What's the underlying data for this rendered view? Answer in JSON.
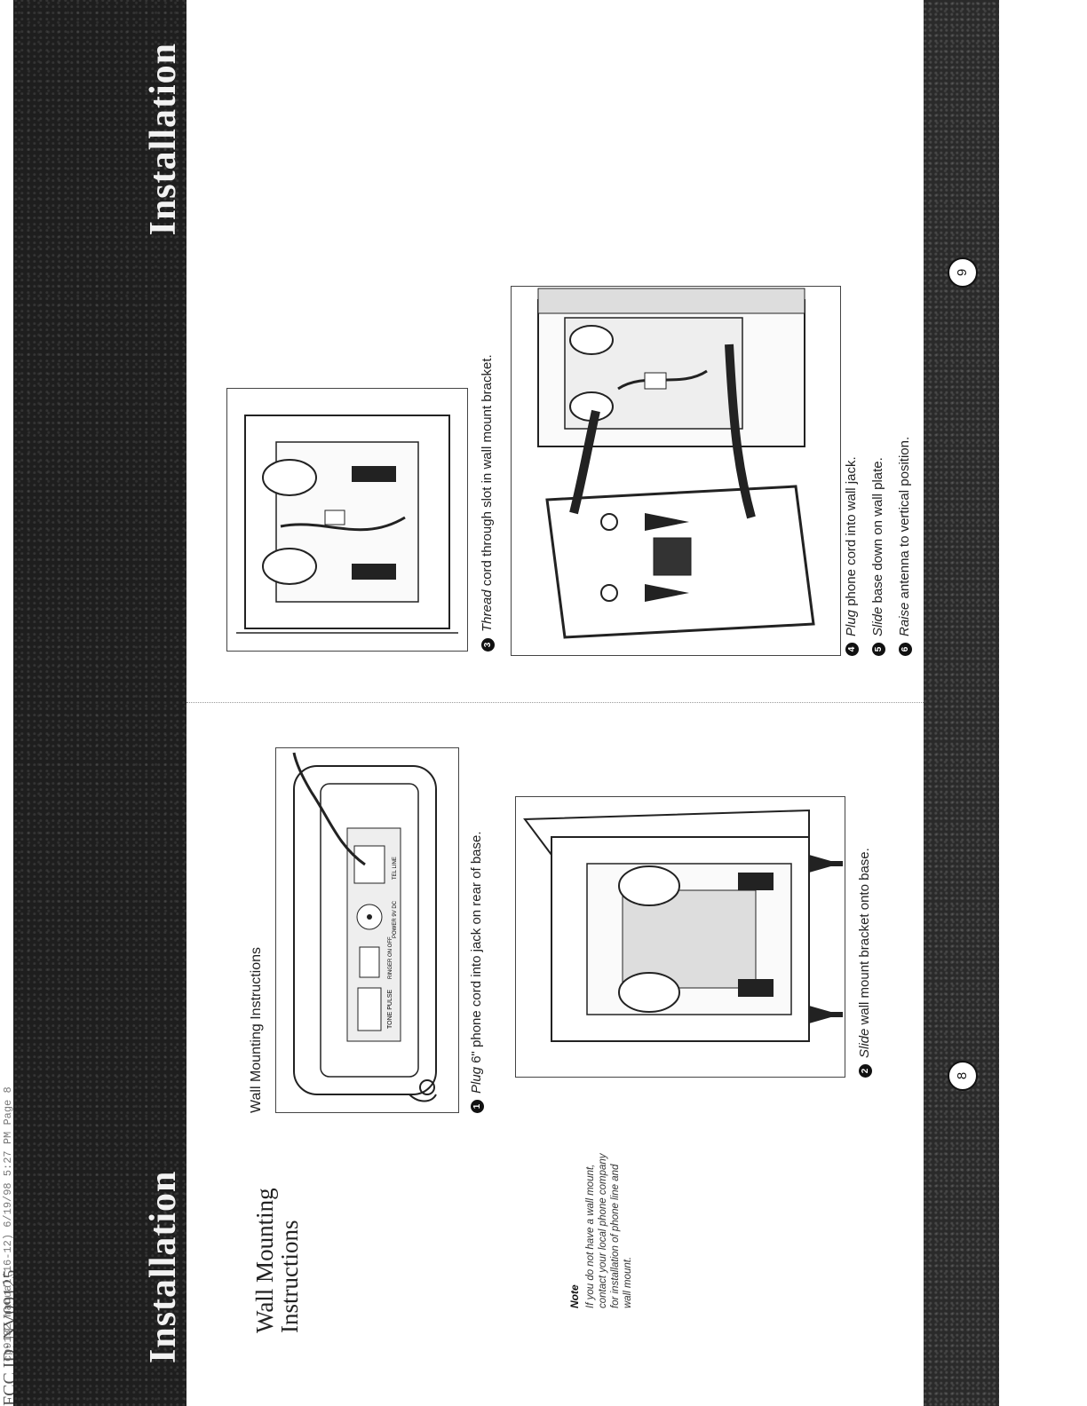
{
  "print_meta": "cp9132 manual(16-12)   6/19/98 5:27 PM   Page 8",
  "fcc_id": "FCC ID: NV09125",
  "header": {
    "left_title": "Installation",
    "right_title": "Installation"
  },
  "left_page": {
    "section_title": "Wall Mounting Instructions",
    "note_head": "Note",
    "note_body": "If you do not have a wall mount, contact your local phone company for installation of phone line and wall mount.",
    "sub_title": "Wall Mounting Instructions",
    "steps": [
      {
        "num": "1",
        "verb": "Plug",
        "text": " 6\" phone cord into jack on rear of base."
      },
      {
        "num": "2",
        "verb": "Slide",
        "text": " wall mount bracket onto base."
      }
    ],
    "page_number": "8"
  },
  "right_page": {
    "steps": [
      {
        "num": "3",
        "verb": "Thread",
        "text": " cord through slot in wall mount bracket."
      },
      {
        "num": "4",
        "verb": "Plug",
        "text": " phone cord into wall jack."
      },
      {
        "num": "5",
        "verb": "Slide",
        "text": " base down on wall plate."
      },
      {
        "num": "6",
        "verb": "Raise",
        "text": " antenna to vertical position."
      }
    ],
    "page_number": "9"
  },
  "figure_labels": {
    "switch_label": "TONE PULSE",
    "ringer_label": "RINGER ON OFF",
    "power_label": "POWER 9V DC",
    "tel_label": "TEL LINE"
  }
}
